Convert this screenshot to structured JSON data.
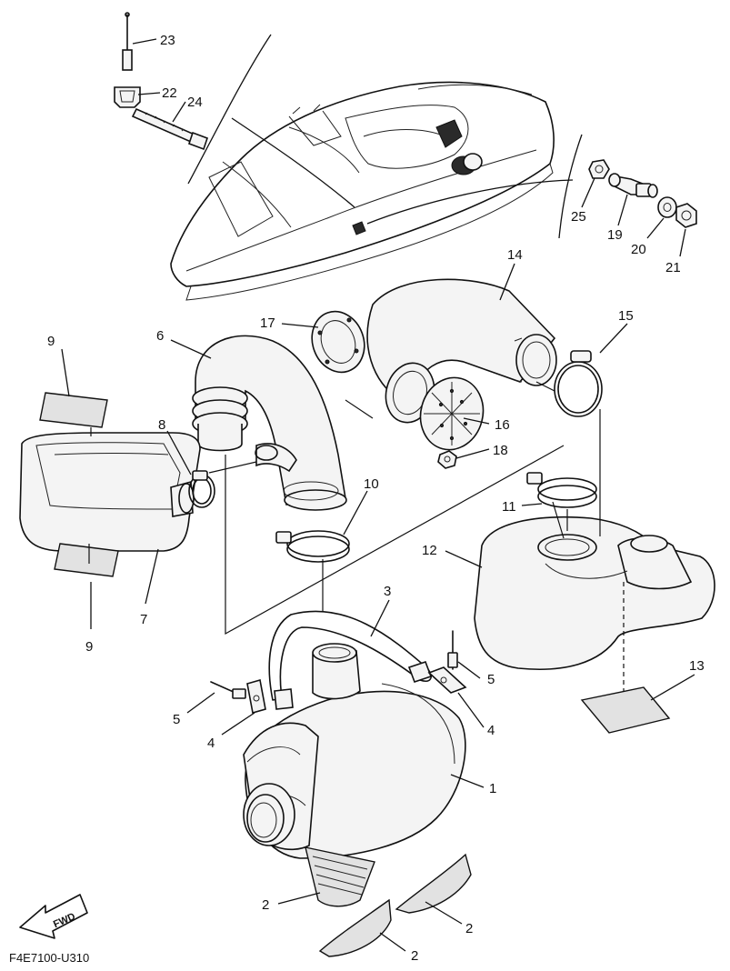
{
  "diagram": {
    "callouts": {
      "c1": "1",
      "c2a": "2",
      "c2b": "2",
      "c2c": "2",
      "c3": "3",
      "c4a": "4",
      "c4b": "4",
      "c5a": "5",
      "c5b": "5",
      "c6": "6",
      "c7": "7",
      "c8": "8",
      "c9a": "9",
      "c9b": "9",
      "c10": "10",
      "c11": "11",
      "c12": "12",
      "c13": "13",
      "c14": "14",
      "c15": "15",
      "c16": "16",
      "c17": "17",
      "c18": "18",
      "c19": "19",
      "c20": "20",
      "c21": "21",
      "c22": "22",
      "c23": "23",
      "c24": "24",
      "c25": "25"
    },
    "fwd_label": "FWD",
    "drawing_code": "F4E7100-U310"
  }
}
